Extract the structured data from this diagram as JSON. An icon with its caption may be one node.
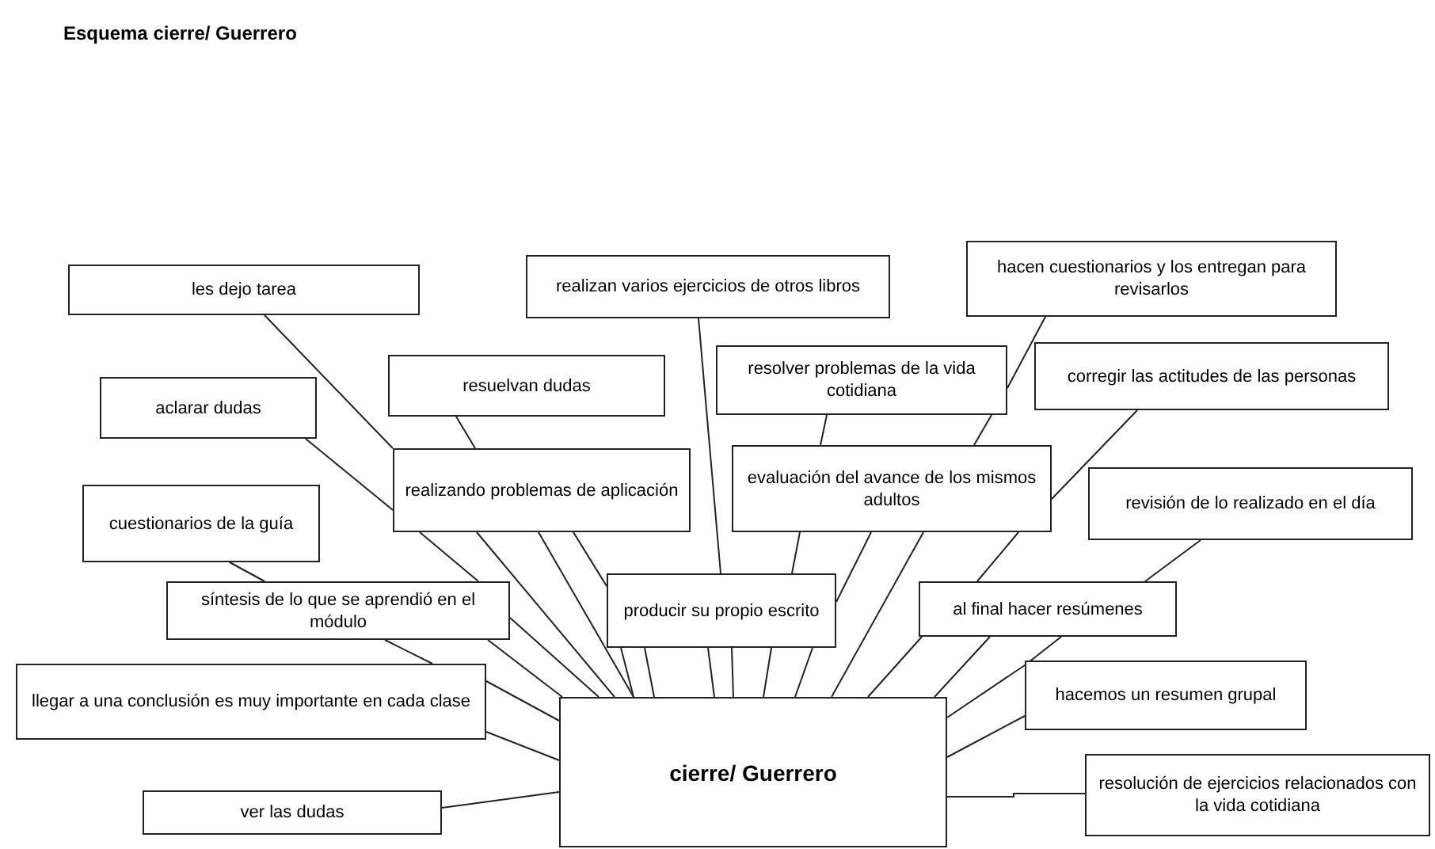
{
  "diagram": {
    "title": "Esquema cierre/ Guerrero",
    "nodes": [
      {
        "text": [
          "cierre/ Guerrero"
        ]
      },
      {
        "text": [
          "les dejo tarea"
        ]
      },
      {
        "text": [
          "aclarar dudas"
        ]
      },
      {
        "text": [
          "cuestionarios de la guía"
        ]
      },
      {
        "text": [
          "síntesis de lo que se aprendió en el módulo"
        ]
      },
      {
        "text": [
          "llegar a una conclusión es muy importante en cada clase"
        ]
      },
      {
        "text": [
          "ver las dudas"
        ]
      },
      {
        "text": [
          "resuelvan dudas"
        ]
      },
      {
        "text": [
          "realizando problemas de aplicación"
        ]
      },
      {
        "text": [
          "realizan varios ejercicios de otros libros"
        ]
      },
      {
        "text": [
          "producir su propio escrito"
        ]
      },
      {
        "text": [
          "resolver problemas de la vida cotidiana"
        ]
      },
      {
        "text": [
          "evaluación del avance de los mismos adultos"
        ]
      },
      {
        "text": [
          "hacen cuestionarios y los entregan para revisarlos"
        ]
      },
      {
        "text": [
          "corregir las actitudes de las personas"
        ]
      },
      {
        "text": [
          "revisión de lo realizado en el día"
        ]
      },
      {
        "text": [
          "al final hacer resúmenes"
        ]
      },
      {
        "text": [
          "hacemos un resumen grupal"
        ]
      },
      {
        "text": [
          "resolución de ejercicios relacionados con la vida cotidiana"
        ]
      }
    ],
    "edges": [
      {
        "from": 1,
        "to": 8,
        "arrow": "none"
      },
      {
        "from": 2,
        "to": 8,
        "arrow": "none"
      },
      {
        "from": 7,
        "to": 8,
        "arrow": "none"
      },
      {
        "from": 8,
        "to": 4,
        "arrow": "none"
      },
      {
        "from": 8,
        "to": 0,
        "arrow": "none"
      },
      {
        "from": 8,
        "to": 0,
        "arrow": "none"
      },
      {
        "from": 8,
        "to": 10,
        "arrow": "none"
      },
      {
        "from": 3,
        "to": 4,
        "arrow": "none"
      },
      {
        "from": 4,
        "to": 5,
        "arrow": "none"
      },
      {
        "from": 4,
        "to": 0,
        "arrow": "none"
      },
      {
        "from": 4,
        "to": 0,
        "arrow": "none"
      },
      {
        "from": 5,
        "to": 0,
        "arrow": "none"
      },
      {
        "from": 5,
        "to": 0,
        "arrow": "none"
      },
      {
        "from": 6,
        "to": 0,
        "arrow": "none"
      },
      {
        "from": 9,
        "to": 10,
        "arrow": "none"
      },
      {
        "from": 10,
        "to": 0,
        "arrow": "none"
      },
      {
        "from": 10,
        "to": 0,
        "arrow": "none"
      },
      {
        "from": 10,
        "to": 0,
        "arrow": "none"
      },
      {
        "from": 10,
        "to": 0,
        "arrow": "none"
      },
      {
        "from": 10,
        "to": 0,
        "arrow": "none"
      },
      {
        "from": 10,
        "to": 0,
        "arrow": "none"
      },
      {
        "from": 13,
        "to": 11,
        "arrow": "none"
      },
      {
        "from": 11,
        "to": 12,
        "arrow": "none"
      },
      {
        "from": 11,
        "to": 12,
        "arrow": "none"
      },
      {
        "from": 14,
        "to": 12,
        "arrow": "none"
      },
      {
        "from": 12,
        "to": 10,
        "arrow": "none"
      },
      {
        "from": 12,
        "to": 10,
        "arrow": "none"
      },
      {
        "from": 12,
        "to": 0,
        "arrow": "none"
      },
      {
        "from": 12,
        "to": 16,
        "arrow": "none"
      },
      {
        "from": 15,
        "to": 16,
        "arrow": "none"
      },
      {
        "from": 16,
        "to": 0,
        "arrow": "none"
      },
      {
        "from": 16,
        "to": 0,
        "arrow": "none"
      },
      {
        "from": 16,
        "to": 17,
        "arrow": "none"
      },
      {
        "from": 17,
        "to": 0,
        "arrow": "none"
      },
      {
        "from": 17,
        "to": 0,
        "arrow": "none"
      },
      {
        "from": 18,
        "to": 0,
        "arrow": "none"
      }
    ]
  }
}
